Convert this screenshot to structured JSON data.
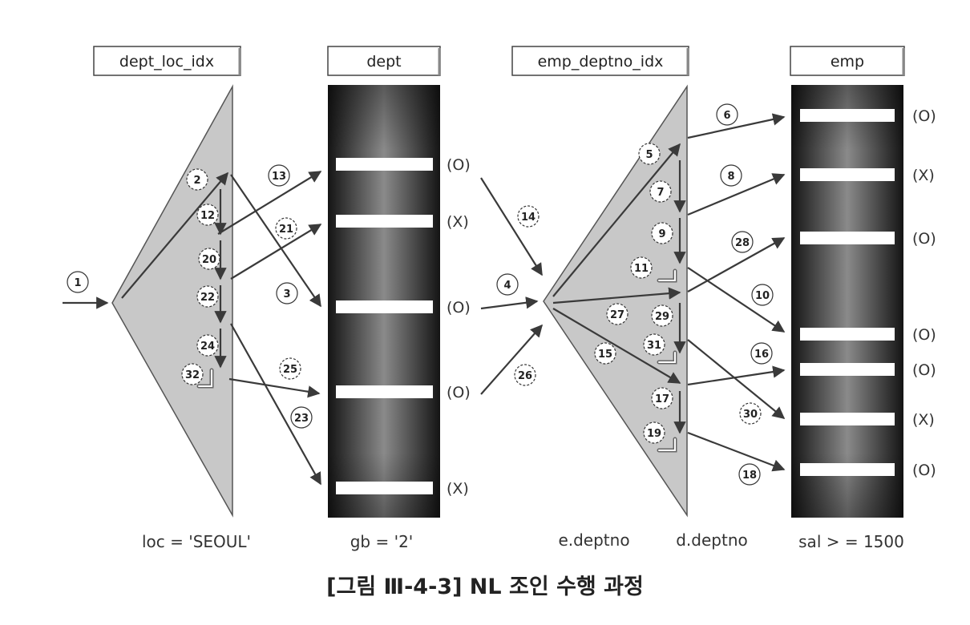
{
  "labels": {
    "dept_loc_idx": "dept_loc_idx",
    "dept": "dept",
    "emp_deptno_idx": "emp_deptno_idx",
    "emp": "emp"
  },
  "conditions": {
    "loc": "loc = 'SEOUL'",
    "gb": "gb = '2'",
    "e_deptno": "e.deptno",
    "d_deptno": "d.deptno",
    "sal": "sal > = 1500"
  },
  "marks": {
    "dept": [
      "(O)",
      "(X)",
      "(O)",
      "(O)",
      "(X)"
    ],
    "emp": [
      "(O)",
      "(X)",
      "(O)",
      "(O)",
      "(O)",
      "(X)",
      "(O)"
    ]
  },
  "steps": [
    "1",
    "2",
    "3",
    "4",
    "5",
    "6",
    "7",
    "8",
    "9",
    "10",
    "11",
    "12",
    "13",
    "14",
    "15",
    "16",
    "17",
    "18",
    "19",
    "20",
    "21",
    "22",
    "23",
    "24",
    "25",
    "26",
    "27",
    "28",
    "29",
    "30",
    "31",
    "32"
  ],
  "caption": "[그림 Ⅲ-4-3] NL 조인 수행 과정"
}
